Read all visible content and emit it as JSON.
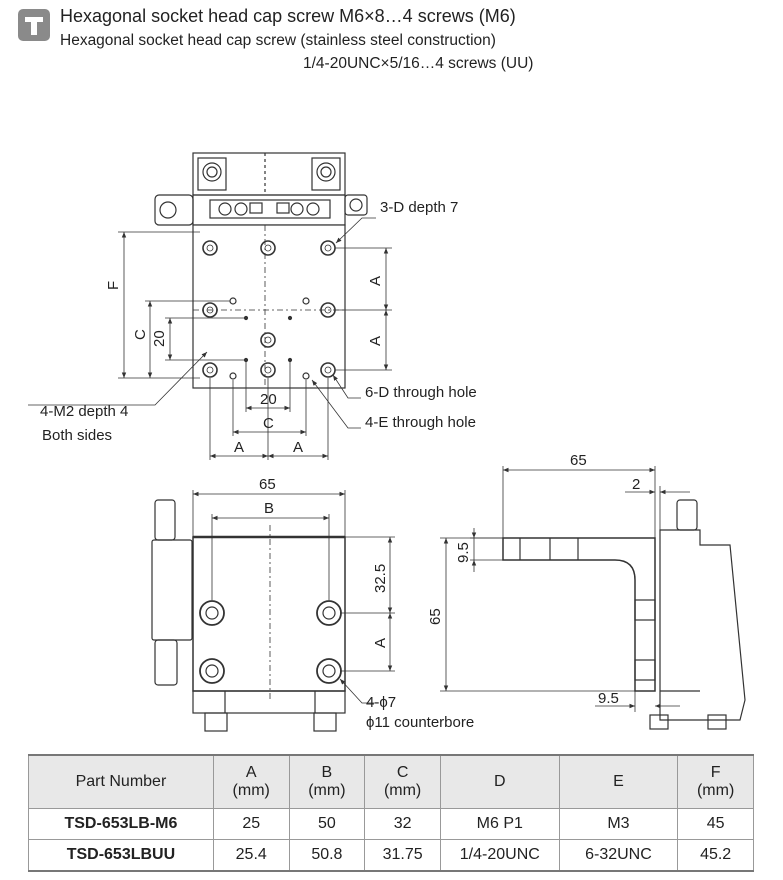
{
  "header": {
    "icon": "screw-icon",
    "title": "Hexagonal socket head cap screw M6×8…4 screws (M6)",
    "subtitle_line1": "Hexagonal socket head cap screw (stainless steel construction)",
    "subtitle_line2": "1/4-20UNC×5/16…4 screws (UU)"
  },
  "drawing": {
    "top_view": {
      "callout_3d": "3-D depth 7",
      "callout_6d": "6-D through hole",
      "callout_4e": "4-E through hole",
      "callout_m2_line1": "4-M2 depth 4",
      "callout_m2_line2": "Both sides",
      "dim_F": "F",
      "dim_C_left": "C",
      "dim_20_left": "20",
      "dim_A_right_top": "A",
      "dim_A_right_bottom": "A",
      "dim_20_bottom": "20",
      "dim_C_bottom": "C",
      "dim_A_bottom_left": "A",
      "dim_A_bottom_right": "A"
    },
    "front_view": {
      "dim_65": "65",
      "dim_B": "B",
      "dim_32_5": "32.5",
      "dim_A": "A",
      "callout_phi7": "4-ϕ7",
      "callout_counterbore": "ϕ11 counterbore"
    },
    "side_view": {
      "dim_65_top": "65",
      "dim_2": "2",
      "dim_9_5_left": "9.5",
      "dim_65_left": "65",
      "dim_9_5_bottom": "9.5"
    }
  },
  "table": {
    "headers": [
      "Part Number",
      "A\n(mm)",
      "B\n(mm)",
      "C\n(mm)",
      "D",
      "E",
      "F\n(mm)"
    ],
    "rows": [
      [
        "TSD-653LB-M6",
        "25",
        "50",
        "32",
        "M6 P1",
        "M3",
        "45"
      ],
      [
        "TSD-653LBUU",
        "25.4",
        "50.8",
        "31.75",
        "1/4-20UNC",
        "6-32UNC",
        "45.2"
      ]
    ]
  }
}
